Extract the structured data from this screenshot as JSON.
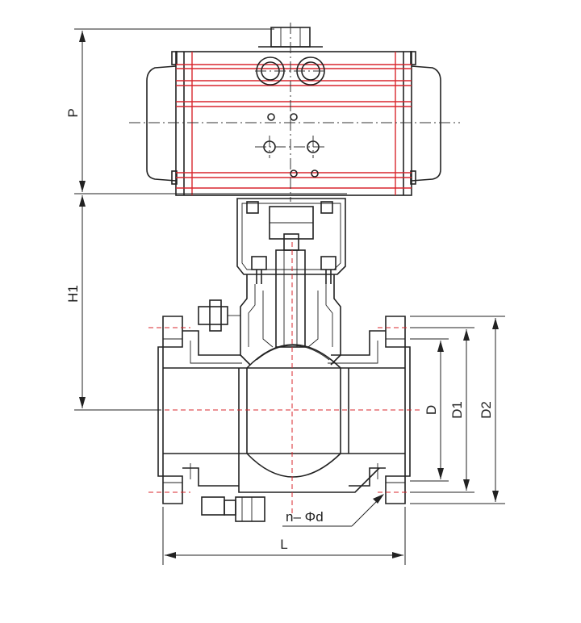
{
  "dimensions": {
    "P": "P",
    "H1": "H1",
    "D": "D",
    "D1": "D1",
    "D2": "D2",
    "L": "L",
    "holes": "n– Φd"
  },
  "colors": {
    "outline": "#222222",
    "hidden_line": "#d9272e"
  }
}
